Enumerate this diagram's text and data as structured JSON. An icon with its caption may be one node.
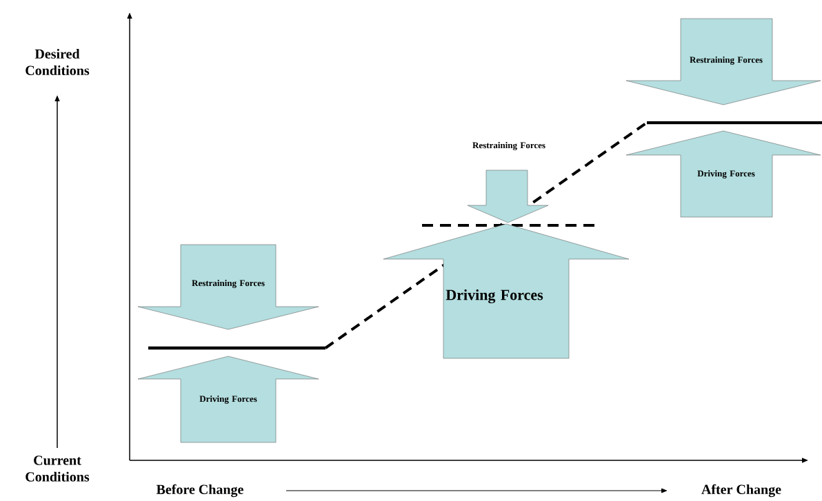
{
  "diagram": {
    "nodes": [
      {
        "text": [
          "Restraining Forces"
        ]
      },
      {
        "text": [
          "Driving Forces"
        ]
      },
      {
        "text": [
          "Restraining Forces"
        ]
      },
      {
        "text": [
          "Driving Forces"
        ]
      },
      {
        "text": [
          "Restraining Forces"
        ]
      },
      {
        "text": [
          "Driving Forces"
        ]
      }
    ],
    "labels": [
      "Desired Conditions",
      "Current Conditions",
      "Before Change",
      "After Change"
    ]
  }
}
